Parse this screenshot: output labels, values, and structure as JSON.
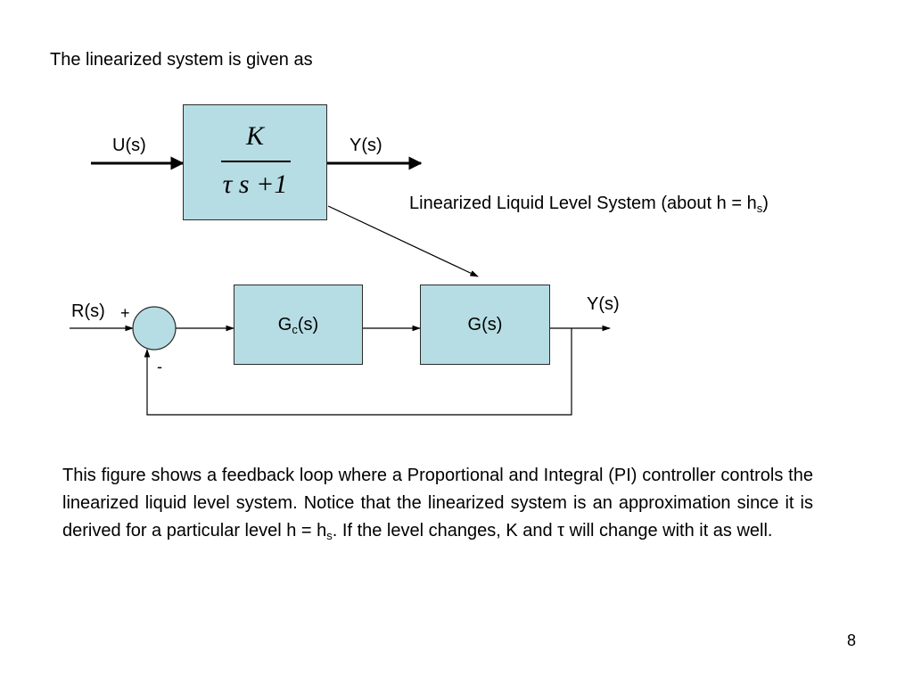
{
  "header_text": "The linearized system is given as",
  "top_block": {
    "numerator": "K",
    "denominator": "τ s +1",
    "input_label": "U(s)",
    "output_label": "Y(s)"
  },
  "caption": {
    "text": "Linearized Liquid Level System (about h = h",
    "sub": "s",
    "close": ")"
  },
  "loop": {
    "reference_label": "R(s)",
    "plus_sign": "+",
    "minus_sign": "-",
    "controller_main": "G",
    "controller_sub": "c",
    "controller_tail": "(s)",
    "plant_label": "G(s)",
    "output_label": "Y(s)"
  },
  "paragraph": {
    "part1": "This figure shows a feedback loop where a Proportional and Integral (PI) controller controls the linearized liquid level system. Notice that the linearized system is an approximation since it is derived for a particular level h = h",
    "sub": "s",
    "part2": ".  If the level changes, K and τ will change with it as well."
  },
  "page_number": "8",
  "colors": {
    "block_fill": "#b6dde3",
    "line": "#000000"
  }
}
